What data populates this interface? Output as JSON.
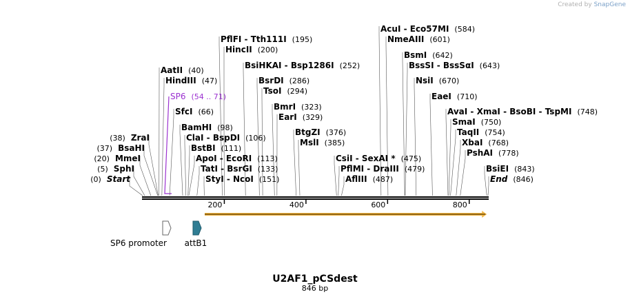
{
  "credit": {
    "prefix": "Created by",
    "brand": "SnapGene"
  },
  "title": "U2AF1_pCSdest",
  "length_label": "846 bp",
  "seq_length": 846,
  "ticks": [
    200,
    400,
    600,
    800
  ],
  "enzymes": [
    {
      "name": "Start",
      "pos": 0,
      "pos_label": "(0)",
      "italic": true,
      "side": "left"
    },
    {
      "name": "SphI",
      "pos": 5,
      "pos_label": "(5)",
      "side": "left"
    },
    {
      "name": "MmeI",
      "pos": 20,
      "pos_label": "(20)",
      "side": "left"
    },
    {
      "name": "BsaHI",
      "pos": 37,
      "pos_label": "(37)",
      "side": "left"
    },
    {
      "name": "ZraI",
      "pos": 38,
      "pos_label": "(38)",
      "side": "left"
    },
    {
      "name": "AatII",
      "pos": 40,
      "pos_label": "(40)"
    },
    {
      "name": "HindIII",
      "pos": 47,
      "pos_label": "(47)"
    },
    {
      "name": "SP6",
      "pos": 54,
      "pos_label": "(54 .. 71)",
      "primer": true
    },
    {
      "name": "SfcI",
      "pos": 66,
      "pos_label": "(66)"
    },
    {
      "name": "BamHI",
      "pos": 98,
      "pos_label": "(98)"
    },
    {
      "name": "PflFI  -  Tth111I",
      "pos": 195,
      "pos_label": "(195)"
    },
    {
      "name": "HincII",
      "pos": 200,
      "pos_label": "(200)"
    },
    {
      "name": "ClaI  -  BspDI",
      "pos": 106,
      "pos_label": "(106)"
    },
    {
      "name": "BstBI",
      "pos": 111,
      "pos_label": "(111)"
    },
    {
      "name": "ApoI  -  EcoRI",
      "pos": 113,
      "pos_label": "(113)"
    },
    {
      "name": "TatI  -  BsrGI",
      "pos": 133,
      "pos_label": "(133)"
    },
    {
      "name": "StyI  -  NcoI",
      "pos": 151,
      "pos_label": "(151)"
    },
    {
      "name": "BsiHKAI  -  Bsp1286I",
      "pos": 252,
      "pos_label": "(252)"
    },
    {
      "name": "BsrDI",
      "pos": 286,
      "pos_label": "(286)"
    },
    {
      "name": "TsoI",
      "pos": 294,
      "pos_label": "(294)"
    },
    {
      "name": "BmrI",
      "pos": 323,
      "pos_label": "(323)"
    },
    {
      "name": "EarI",
      "pos": 329,
      "pos_label": "(329)"
    },
    {
      "name": "BtgZI",
      "pos": 376,
      "pos_label": "(376)"
    },
    {
      "name": "MslI",
      "pos": 385,
      "pos_label": "(385)"
    },
    {
      "name": "CsiI  -  SexAI *",
      "pos": 475,
      "pos_label": "(475)"
    },
    {
      "name": "PflMI  -  DraIII",
      "pos": 479,
      "pos_label": "(479)"
    },
    {
      "name": "AflIII",
      "pos": 487,
      "pos_label": "(487)"
    },
    {
      "name": "AcuI  -  Eco57MI",
      "pos": 584,
      "pos_label": "(584)"
    },
    {
      "name": "NmeAIII",
      "pos": 601,
      "pos_label": "(601)"
    },
    {
      "name": "BsmI",
      "pos": 642,
      "pos_label": "(642)"
    },
    {
      "name": "BssSI  -  BssSαI",
      "pos": 643,
      "pos_label": "(643)"
    },
    {
      "name": "NsiI",
      "pos": 670,
      "pos_label": "(670)"
    },
    {
      "name": "EaeI",
      "pos": 710,
      "pos_label": "(710)"
    },
    {
      "name": "AvaI  -  XmaI  -  BsoBI  -  TspMI",
      "pos": 748,
      "pos_label": "(748)"
    },
    {
      "name": "SmaI",
      "pos": 750,
      "pos_label": "(750)"
    },
    {
      "name": "TaqII",
      "pos": 754,
      "pos_label": "(754)"
    },
    {
      "name": "XbaI",
      "pos": 768,
      "pos_label": "(768)"
    },
    {
      "name": "PshAI",
      "pos": 778,
      "pos_label": "(778)"
    },
    {
      "name": "BsiEI",
      "pos": 843,
      "pos_label": "(843)"
    },
    {
      "name": "End",
      "pos": 846,
      "pos_label": "(846)",
      "italic": true
    }
  ],
  "features": [
    {
      "name": "SP6 promoter",
      "start": 54,
      "end": 71,
      "color": "#ffffff",
      "direction": "forward"
    },
    {
      "name": "attB1",
      "start": 124,
      "end": 148,
      "color": "#2f7d93",
      "direction": "forward"
    }
  ],
  "orf": {
    "start": 152,
    "end": 843,
    "color": "#f2b544",
    "direction": "forward"
  },
  "colors": {
    "primer": "#9b30d0",
    "text": "#000000",
    "line": "#555555"
  }
}
